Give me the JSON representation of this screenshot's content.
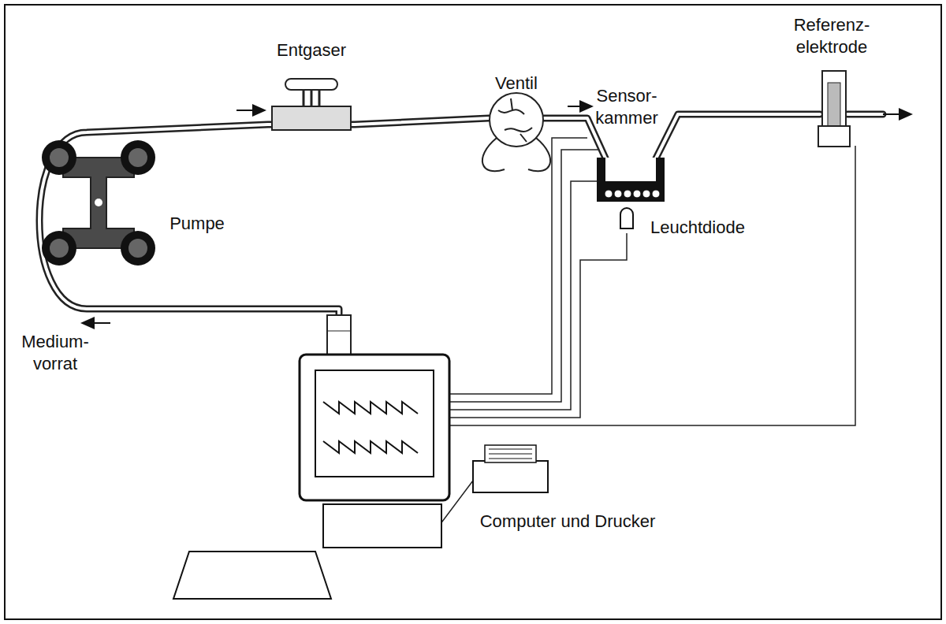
{
  "diagram": {
    "labels": [
      "Entgaser",
      "Referenz- elektrode",
      "Ventil",
      "Sensor- kammer",
      "Pumpe",
      "Leuchtdiode",
      "Medium- vorrat",
      "Computer und Drucker"
    ]
  }
}
